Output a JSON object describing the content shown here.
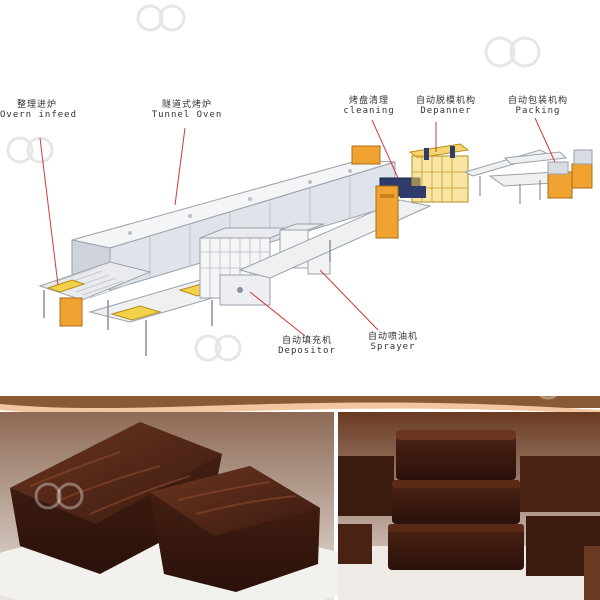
{
  "labels": {
    "overn_infeed": {
      "cn": "整理进炉",
      "en": "Overn infeed"
    },
    "tunnel_oven": {
      "cn": "隧道式烤炉",
      "en": "Tunnel Oven"
    },
    "cleaning": {
      "cn": "烤盘清理",
      "en": "cleaning"
    },
    "depanner": {
      "cn": "自动脱模机构",
      "en": "Depanner"
    },
    "packing": {
      "cn": "自动包装机构",
      "en": "Packing"
    },
    "depositor": {
      "cn": "自动填充机",
      "en": "Depositor"
    },
    "sprayer": {
      "cn": "自动喷油机",
      "en": "Sprayer"
    }
  },
  "colors": {
    "oven_body": "#dfe3ea",
    "oven_top": "#f4f5f7",
    "conveyor": "#c7cbd2",
    "machine_orange": "#f0a330",
    "tray_yellow": "#f3d24a",
    "pointer_red": "#d23a3a",
    "brownie_dark": "#3b1a10",
    "brownie_mid": "#5a2a17",
    "plate": "#f3f1ee",
    "banner_brown": "#8a5a34"
  },
  "icons": [
    "brand-logo-watermark"
  ]
}
